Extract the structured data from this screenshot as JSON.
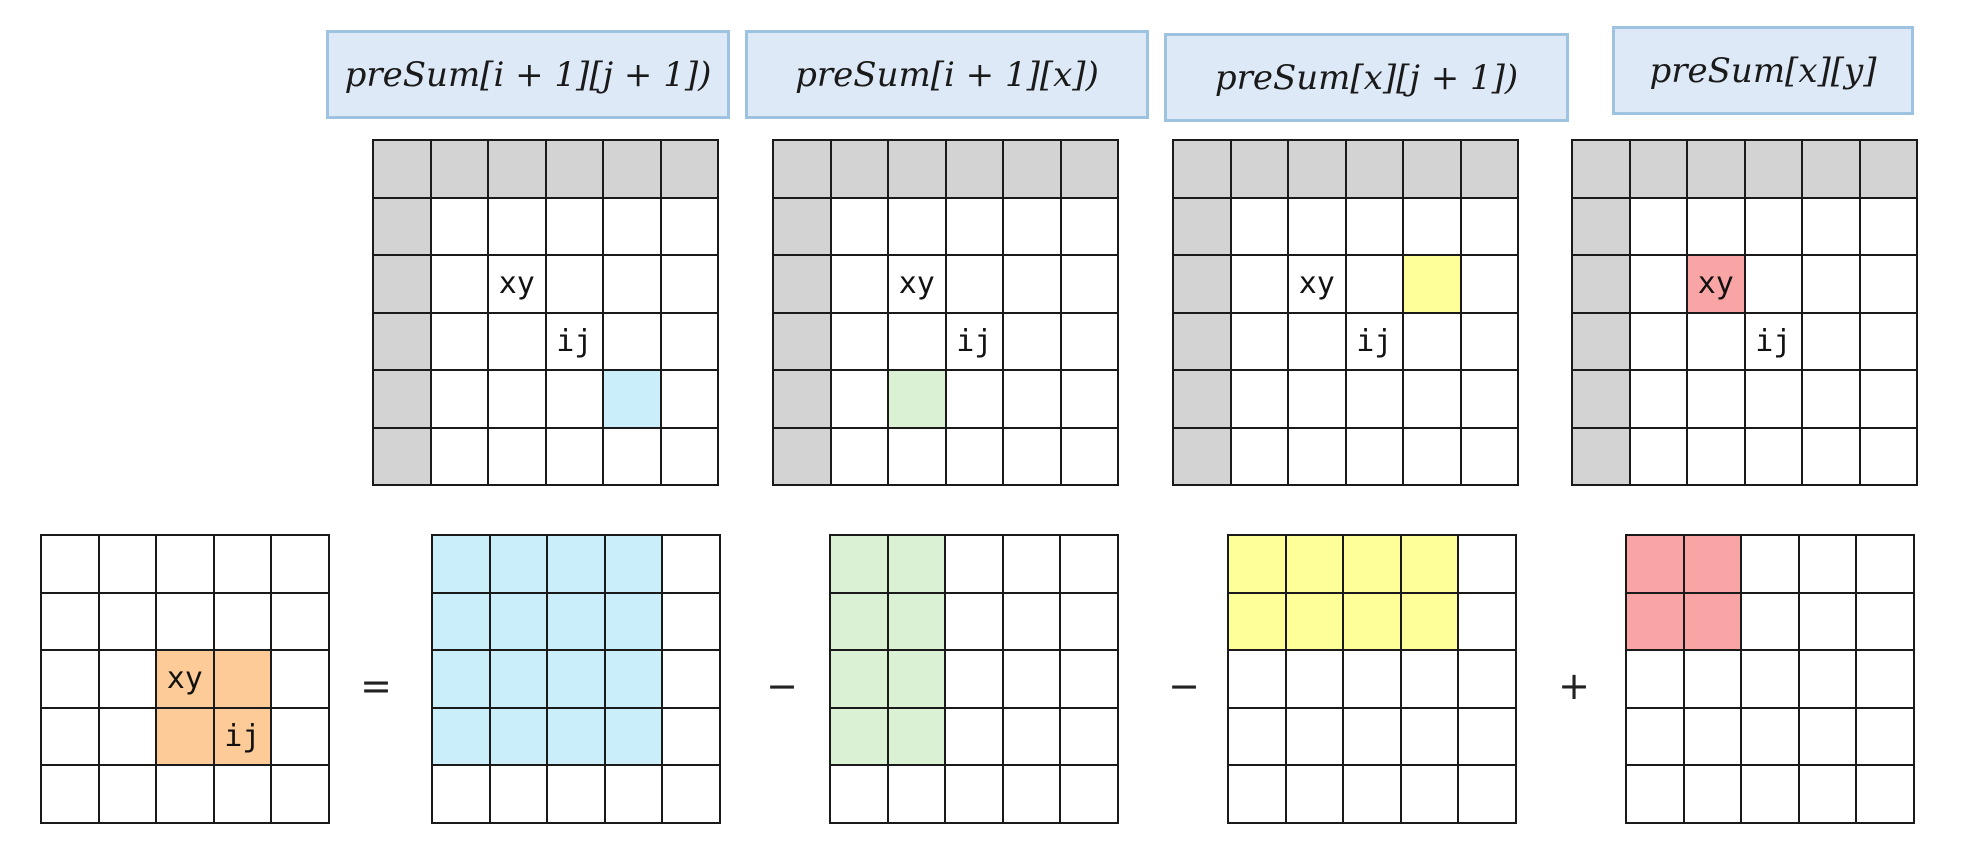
{
  "colors": {
    "header": "#d3d3d3",
    "blue": "#cbeefb",
    "green": "#dbf1d3",
    "yellow": "#ffff99",
    "red": "#f9a5a5",
    "orange": "#fccb97",
    "empty": "#ffffff"
  },
  "labels": {
    "xy": "xy",
    "ij": "ij"
  },
  "formulas": [
    {
      "id": "f1",
      "text": "preSum[i + 1][j + 1])"
    },
    {
      "id": "f2",
      "text": "preSum[i + 1][x])"
    },
    {
      "id": "f3",
      "text": "preSum[x][j + 1])"
    },
    {
      "id": "f4",
      "text": "preSum[x][y]"
    }
  ],
  "operators": {
    "equals": "=",
    "minus1": "−",
    "minus2": "−",
    "plus": "+"
  },
  "top_grids": [
    {
      "name": "top-grid-1",
      "rows": 6,
      "cols": 6,
      "header_row": true,
      "header_col": true,
      "highlight": [
        {
          "r": 4,
          "c": 4,
          "color": "blue"
        }
      ],
      "labels": [
        {
          "r": 2,
          "c": 2,
          "label": "xy"
        },
        {
          "r": 3,
          "c": 3,
          "label": "ij"
        }
      ]
    },
    {
      "name": "top-grid-2",
      "rows": 6,
      "cols": 6,
      "header_row": true,
      "header_col": true,
      "highlight": [
        {
          "r": 4,
          "c": 2,
          "color": "green"
        }
      ],
      "labels": [
        {
          "r": 2,
          "c": 2,
          "label": "xy"
        },
        {
          "r": 3,
          "c": 3,
          "label": "ij"
        }
      ]
    },
    {
      "name": "top-grid-3",
      "rows": 6,
      "cols": 6,
      "header_row": true,
      "header_col": true,
      "highlight": [
        {
          "r": 2,
          "c": 4,
          "color": "yellow"
        }
      ],
      "labels": [
        {
          "r": 2,
          "c": 2,
          "label": "xy"
        },
        {
          "r": 3,
          "c": 3,
          "label": "ij"
        }
      ]
    },
    {
      "name": "top-grid-4",
      "rows": 6,
      "cols": 6,
      "header_row": true,
      "header_col": true,
      "highlight": [
        {
          "r": 2,
          "c": 2,
          "color": "red"
        }
      ],
      "labels": [
        {
          "r": 2,
          "c": 2,
          "label": "xy"
        },
        {
          "r": 3,
          "c": 3,
          "label": "ij"
        }
      ]
    }
  ],
  "bottom_grids": [
    {
      "name": "bottom-grid-target",
      "rows": 5,
      "cols": 5,
      "fill": {
        "r0": 2,
        "r1": 3,
        "c0": 2,
        "c1": 3,
        "color": "orange"
      },
      "labels": [
        {
          "r": 2,
          "c": 2,
          "label": "xy"
        },
        {
          "r": 3,
          "c": 3,
          "label": "ij"
        }
      ]
    },
    {
      "name": "bottom-grid-blue",
      "rows": 5,
      "cols": 5,
      "fill": {
        "r0": 0,
        "r1": 3,
        "c0": 0,
        "c1": 3,
        "color": "blue"
      },
      "labels": []
    },
    {
      "name": "bottom-grid-green",
      "rows": 5,
      "cols": 5,
      "fill": {
        "r0": 0,
        "r1": 3,
        "c0": 0,
        "c1": 1,
        "color": "green"
      },
      "labels": []
    },
    {
      "name": "bottom-grid-yellow",
      "rows": 5,
      "cols": 5,
      "fill": {
        "r0": 0,
        "r1": 1,
        "c0": 0,
        "c1": 3,
        "color": "yellow"
      },
      "labels": []
    },
    {
      "name": "bottom-grid-red",
      "rows": 5,
      "cols": 5,
      "fill": {
        "r0": 0,
        "r1": 1,
        "c0": 0,
        "c1": 1,
        "color": "red"
      },
      "labels": []
    }
  ]
}
